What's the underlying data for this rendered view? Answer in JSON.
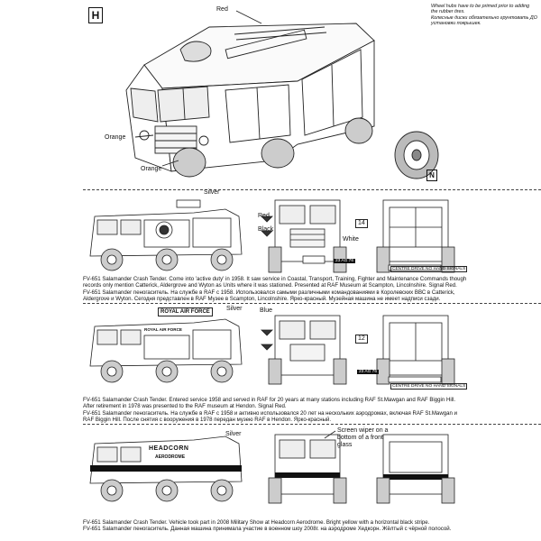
{
  "step_marker": "H",
  "wheel_note": {
    "en": "Wheel hubs have to be primed prior to adding the rubber tires.",
    "ru": "Колесные диски обязательно грунтовать ДО установки покрышек."
  },
  "top_callouts": {
    "red": "Red",
    "orange_1": "Orange",
    "orange_2": "Orange",
    "n_marker": "N"
  },
  "schemes": [
    {
      "callouts": {
        "silver": "Silver",
        "red": "Red",
        "black": "Black",
        "white": "White",
        "decal": "14",
        "reg": "23 AG 76"
      },
      "side_text": "",
      "plate": "CENTRE DRIVE NO HAND SIGNALS",
      "desc": [
        "FV-651 Salamander Crash Tender. Come into 'active duty' in 1958. It saw service in Coastal, Transport, Training, Fighter and Maintenance Commands though",
        "records only mention Catterick, Aldergrove and Wyton as Units where it was stationed. Presented at RAF Museum at Scampton, Lincolnshire. Signal Red.",
        "FV-651 Salamander пеногаситель. На службе в RAF с 1958. Использовался самыми различными командованиями в Королевских ВВС в Catterick,",
        "Aldergrove и Wyton. Сегодня представлен в RAF Музее в Scampton, Lincolnshire. Ярко-красный. Музейная машина не имеет надписи сзади."
      ]
    },
    {
      "callouts": {
        "silver": "Silver",
        "blue": "Blue",
        "decal": "12",
        "reg": "23 AG 76"
      },
      "side_text": "ROYAL AIR FORCE",
      "side_text_small": "ROYAL AIR FORCE",
      "plate": "CENTRE DRIVE NO HAND SIGNALS",
      "desc": [
        "FV-651 Salamander Crash Tender. Entered service 1958 and served in RAF for 20 years at many stations including RAF St.Mawgan and RAF Biggin Hill.",
        "After retirement in 1978 was presented to the RAF museum at Hendon. Signal Red.",
        "FV-651 Salamander пеногаситель. На службе в RAF с 1958 и активно использовался 20 лет на нескольких аэродромах, включая RAF St.Mawgan и",
        "RAF Biggin Hill. После снятия с вооружения в 1978 передан музею RAF в Hendon. Ярко-красный."
      ]
    },
    {
      "callouts": {
        "silver": "Silver",
        "wiper_note": "Screen wiper on a bottom of a front glass"
      },
      "side_text": "HEADCORN",
      "side_text_2": "AERODROME",
      "desc": [
        "FV-651 Salamander Crash Tender. Vehicle took part in 2008 Military Show at Headcorn Aerodrome. Bright yellow with a horizontal black stripe.",
        "FV-651 Salamander пеногаситель. Данная машина принимала участие в военном шоу 2008г. на аэродроме Хедкорн. Жёлтый с чёрной полосой."
      ]
    }
  ]
}
